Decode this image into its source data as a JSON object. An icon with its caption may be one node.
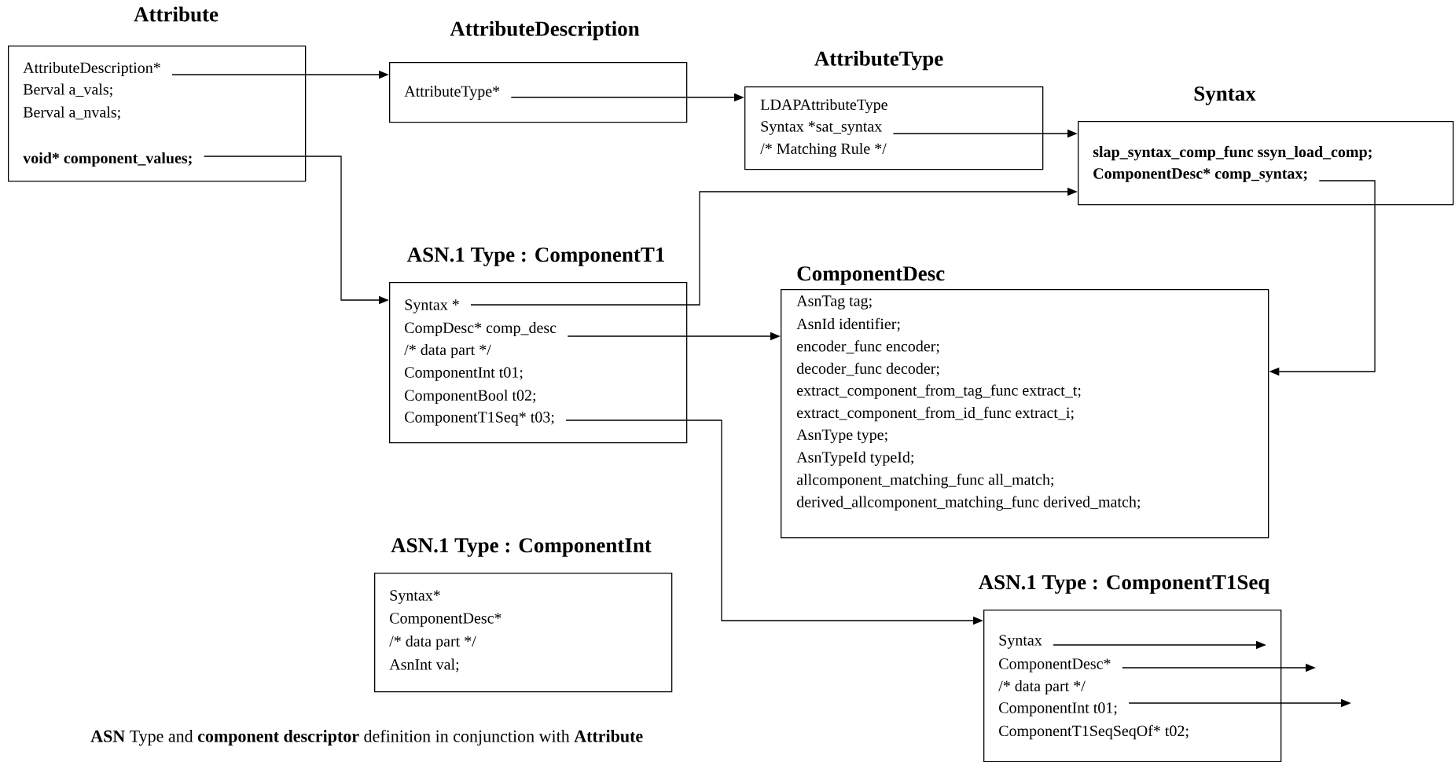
{
  "diagram": {
    "caption": "**ASN** Type and **component descriptor** definition in conjunction with **Attribute**",
    "nodes": [
      {
        "text": [
          "Attribute",
          "AttributeDescription*",
          "Berval a_vals;",
          "Berval a_nvals;",
          "**void* component_values;**"
        ]
      },
      {
        "text": [
          "AttributeDescription",
          "AttributeType*"
        ]
      },
      {
        "text": [
          "AttributeType",
          "LDAPAttributeType",
          "Syntax *sat_syntax",
          "/* Matching Rule */"
        ]
      },
      {
        "text": [
          "Syntax",
          "**slap_syntax_comp_func ssyn_load_comp;**",
          "**ComponentDesc* comp_syntax;**"
        ]
      },
      {
        "text": [
          "ASN.1 Type : ComponentT1",
          "Syntax *",
          "CompDesc*  comp_desc",
          "/* data part */",
          "ComponentInt        t01;",
          "ComponentBool     t02;",
          "ComponentT1Seq* t03;"
        ]
      },
      {
        "text": [
          "ComponentDesc",
          "AsnTag tag;",
          "AsnId    identifier;",
          "encoder_func encoder;",
          "decoder_func decoder;",
          "extract_component_from_tag_func extract_t;",
          "extract_component_from_id_func extract_i;",
          "AsnType type;",
          "AsnTypeId typeId;",
          "allcomponent_matching_func all_match;",
          "derived_allcomponent_matching_func derived_match;"
        ]
      },
      {
        "text": [
          "ASN.1 Type : ComponentInt",
          "Syntax*",
          "ComponentDesc*",
          "/* data part */",
          "AsnInt val;"
        ]
      },
      {
        "text": [
          "ASN.1 Type : ComponentT1Seq",
          "Syntax",
          "ComponentDesc*",
          "/* data part */",
          "ComponentInt        t01;",
          "ComponentT1SeqSeqOf*  t02;"
        ]
      }
    ],
    "edges": [
      {
        "from": 0,
        "to": 1,
        "arrow": "to"
      },
      {
        "from": 1,
        "to": 2,
        "arrow": "to"
      },
      {
        "from": 2,
        "to": 3,
        "arrow": "to"
      },
      {
        "from": 0,
        "to": 4,
        "arrow": "to"
      },
      {
        "from": 4,
        "to": 3,
        "arrow": "to"
      },
      {
        "from": 4,
        "to": 5,
        "arrow": "to"
      },
      {
        "from": 3,
        "to": 5,
        "arrow": "to"
      },
      {
        "from": 4,
        "to": 7,
        "arrow": "to"
      },
      {
        "from": 7,
        "to": null,
        "arrow": "to"
      },
      {
        "from": 7,
        "to": null,
        "arrow": "to"
      },
      {
        "from": 7,
        "to": null,
        "arrow": "to"
      }
    ]
  }
}
